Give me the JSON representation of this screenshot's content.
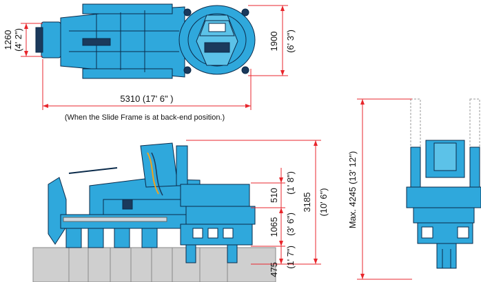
{
  "top_view": {
    "width_body": "1260",
    "width_body_imperial": "(4' 2\")",
    "width_track": "1900",
    "width_track_imperial": "(6' 3\")",
    "length": "5310 (17' 6\" )",
    "length_note": "(When the Slide Frame is at back-end position.)"
  },
  "side_view": {
    "total_height": "3185",
    "total_height_imperial": "(10' 6\")",
    "upper": "510",
    "upper_imperial": "(1' 8\")",
    "middle": "1065",
    "middle_imperial": "(3' 6\")",
    "lower": "475",
    "lower_imperial": "(1' 7\")"
  },
  "front_view": {
    "max_height": "Max. 4245 (13' 12\")"
  },
  "colors": {
    "machine": "#2fa8dc",
    "outline": "#0a2a4a",
    "dimension": "#e8262c"
  }
}
